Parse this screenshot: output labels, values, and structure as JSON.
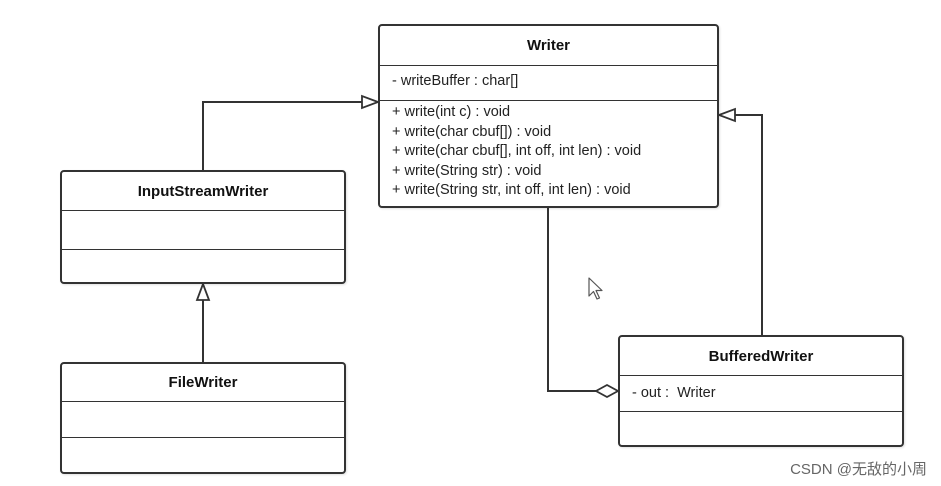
{
  "classes": {
    "writer": {
      "name": "Writer",
      "attributes": [
        "- writeBuffer : char[]"
      ],
      "methods": [
        "+ write(int c) : void",
        "+ write(char cbuf[]) : void",
        "+ write(char cbuf[], int off, int len) : void",
        "+ write(String str) : void",
        "+ write(String str, int off, int len) : void"
      ]
    },
    "input_stream_writer": {
      "name": "InputStreamWriter",
      "attributes": [],
      "methods": []
    },
    "file_writer": {
      "name": "FileWriter",
      "attributes": [],
      "methods": []
    },
    "buffered_writer": {
      "name": "BufferedWriter",
      "attributes": [
        "- out :  Writer"
      ],
      "methods": []
    }
  },
  "watermark": "CSDN @无敌的小周",
  "colors": {
    "stroke": "#333333",
    "background": "#ffffff"
  }
}
